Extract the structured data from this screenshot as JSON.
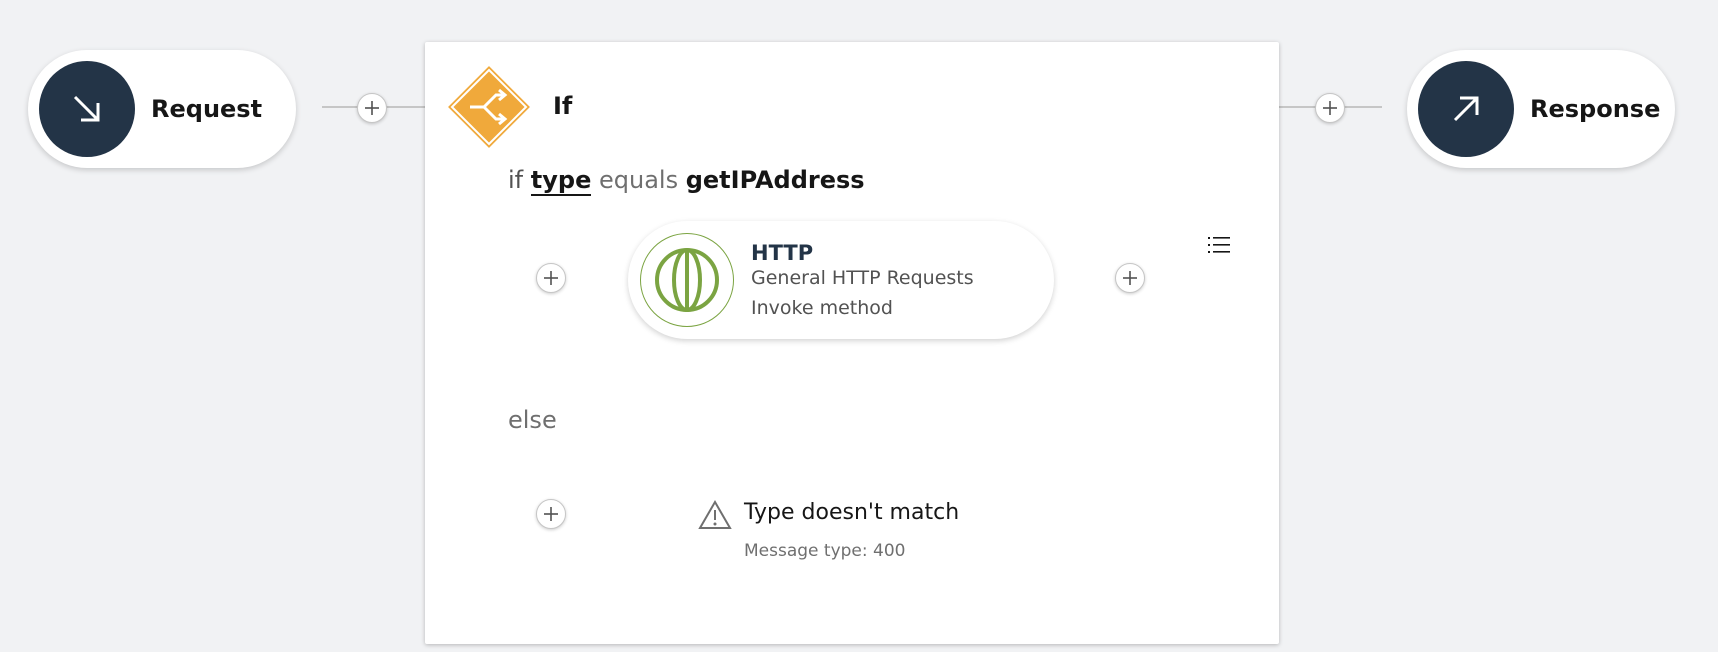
{
  "request_node": {
    "label": "Request",
    "icon": "arrow-down-right-icon"
  },
  "response_node": {
    "label": "Response",
    "icon": "arrow-up-right-icon"
  },
  "if_block": {
    "label": "If",
    "icon": "branch-icon",
    "condition": {
      "prefix": "if",
      "field": "type",
      "operator": "equals",
      "value": "getIPAddress"
    },
    "else_label": "else"
  },
  "http_node": {
    "title": "HTTP",
    "subtitle": "General HTTP Requests",
    "method": "Invoke method",
    "icon": "globe-icon"
  },
  "else_action": {
    "title": "Type doesn't match",
    "message": "Message type: 400",
    "icon": "warning-icon"
  },
  "colors": {
    "flow_accent": "#f0a93b",
    "node_dark": "#233447",
    "http_green": "#7ba442",
    "connector_gray": "#c6c6c6"
  }
}
